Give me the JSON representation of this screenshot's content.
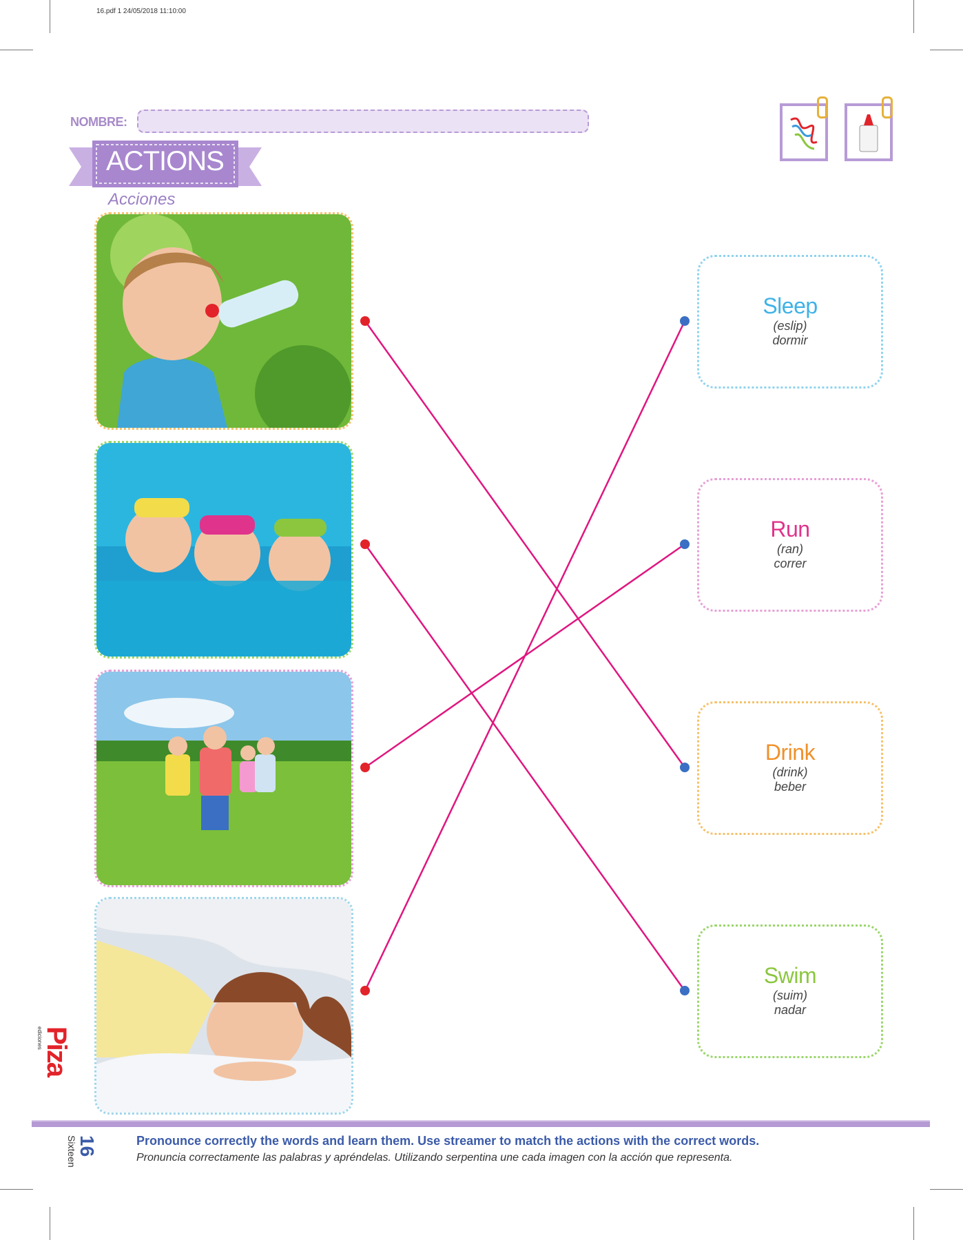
{
  "print_meta": "16.pdf   1   24/05/2018   11:10:00",
  "name_field": {
    "label": "NOMBRE:",
    "value": ""
  },
  "title": {
    "label": "ACTIONS",
    "subtitle": "Acciones"
  },
  "materials": [
    {
      "icon": "streamer-icon"
    },
    {
      "icon": "glue-icon"
    }
  ],
  "photos": [
    {
      "name": "photo-drink",
      "description_icon": "boy-drinking-water-photo",
      "border_color": "#f5c16a"
    },
    {
      "name": "photo-swim",
      "description_icon": "children-swimming-photo",
      "border_color": "#9ad66a"
    },
    {
      "name": "photo-run",
      "description_icon": "children-running-photo",
      "border_color": "#e4a0d8"
    },
    {
      "name": "photo-sleep",
      "description_icon": "girl-sleeping-photo",
      "border_color": "#9fd6ec"
    }
  ],
  "cards": [
    {
      "word": "Sleep",
      "pron": "(eslip)",
      "trans": "dormir",
      "color": "#3fb2e6",
      "border_color": "#8fd3ee"
    },
    {
      "word": "Run",
      "pron": "(ran)",
      "trans": "correr",
      "color": "#e0338c",
      "border_color": "#e6a0d6"
    },
    {
      "word": "Drink",
      "pron": "(drink)",
      "trans": "beber",
      "color": "#f0902a",
      "border_color": "#f5c16a"
    },
    {
      "word": "Swim",
      "pron": "(suim)",
      "trans": "nadar",
      "color": "#8cc63f",
      "border_color": "#9ad66a"
    }
  ],
  "colors": {
    "line": "#e0167f",
    "left_dot": "#e2232a",
    "right_dot": "#3a6fc4",
    "accent": "#b59ad4"
  },
  "instructions": {
    "en": "Pronounce correctly the words and learn them. Use streamer to match the actions with the correct words.",
    "es": "Pronuncia correctamente las palabras y apréndelas. Utilizando serpentina une cada imagen con la acción que representa."
  },
  "footer": {
    "page_number": "16",
    "page_word": "Sixteen",
    "logo": "Piza",
    "logo_small": "ediciones"
  }
}
